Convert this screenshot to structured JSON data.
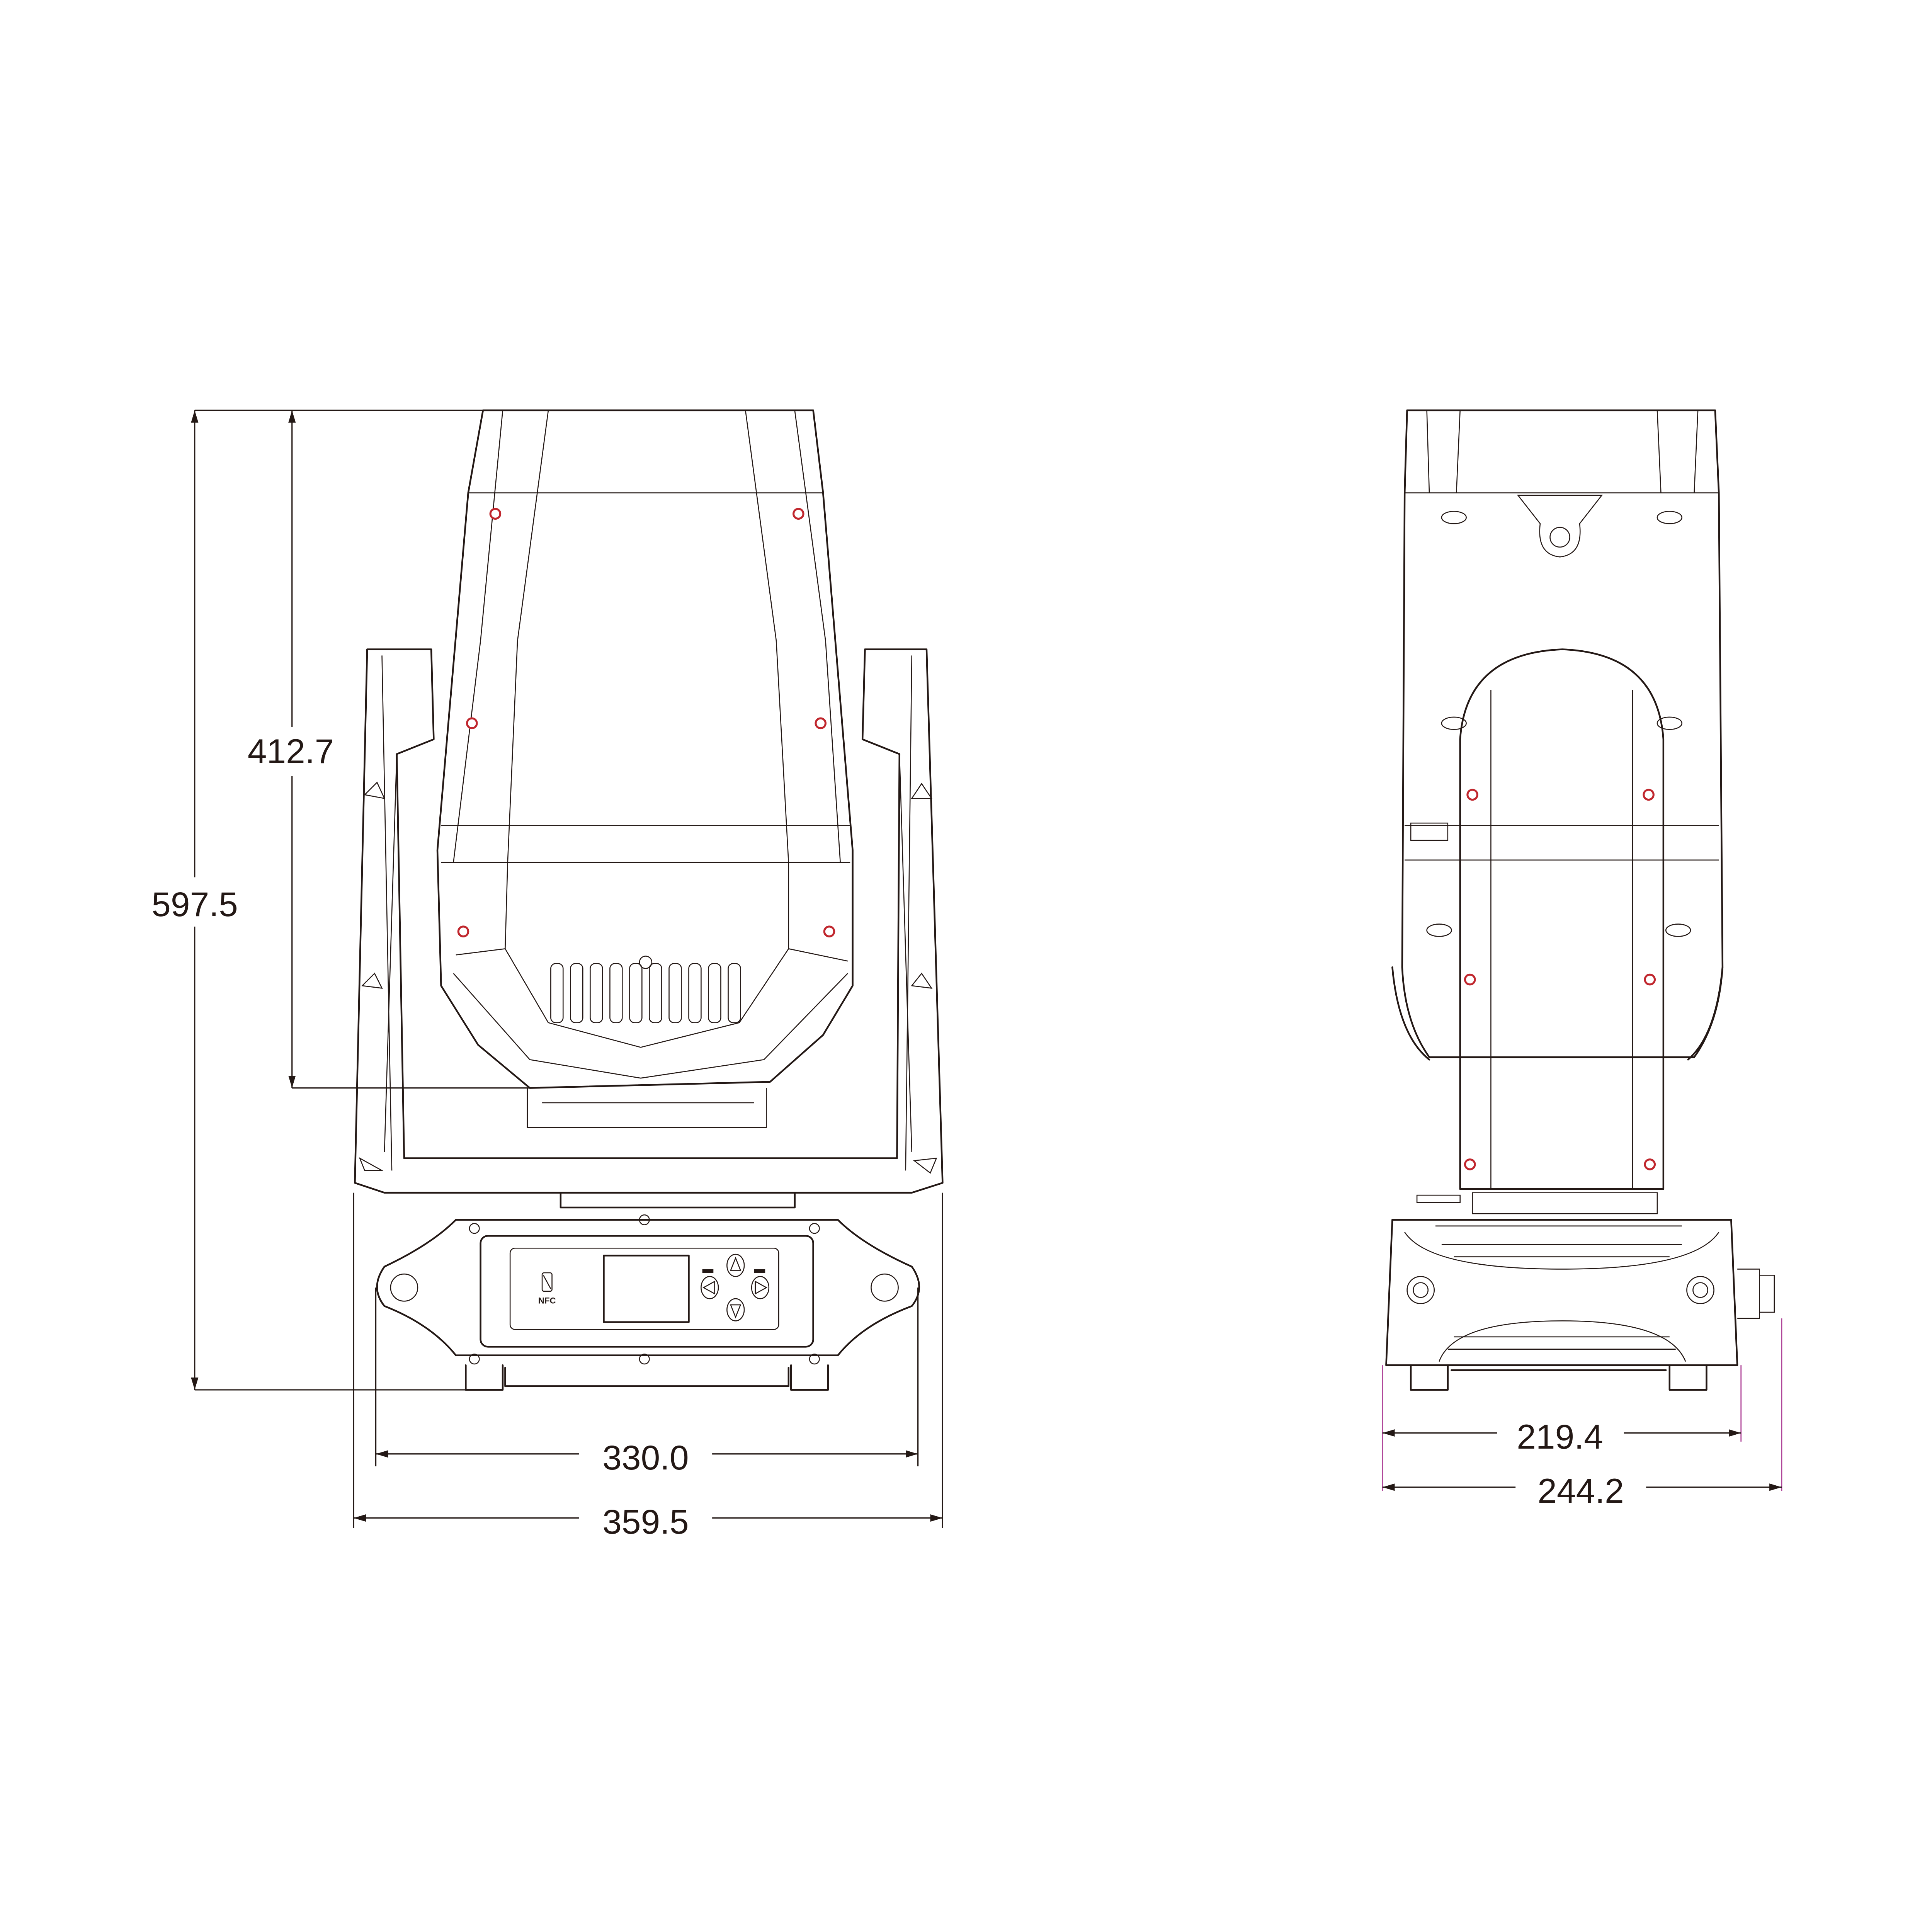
{
  "drawing": {
    "dimensions": {
      "front_total_height": "597.5",
      "front_head_height": "412.7",
      "front_base_width": "330.0",
      "front_total_width": "359.5",
      "side_base_depth": "219.4",
      "side_total_depth": "244.2"
    },
    "panel": {
      "nfc_label": "NFC"
    },
    "colors": {
      "line": "#231815",
      "screw": "#c0262d",
      "extension_line": "#b0479a"
    }
  }
}
